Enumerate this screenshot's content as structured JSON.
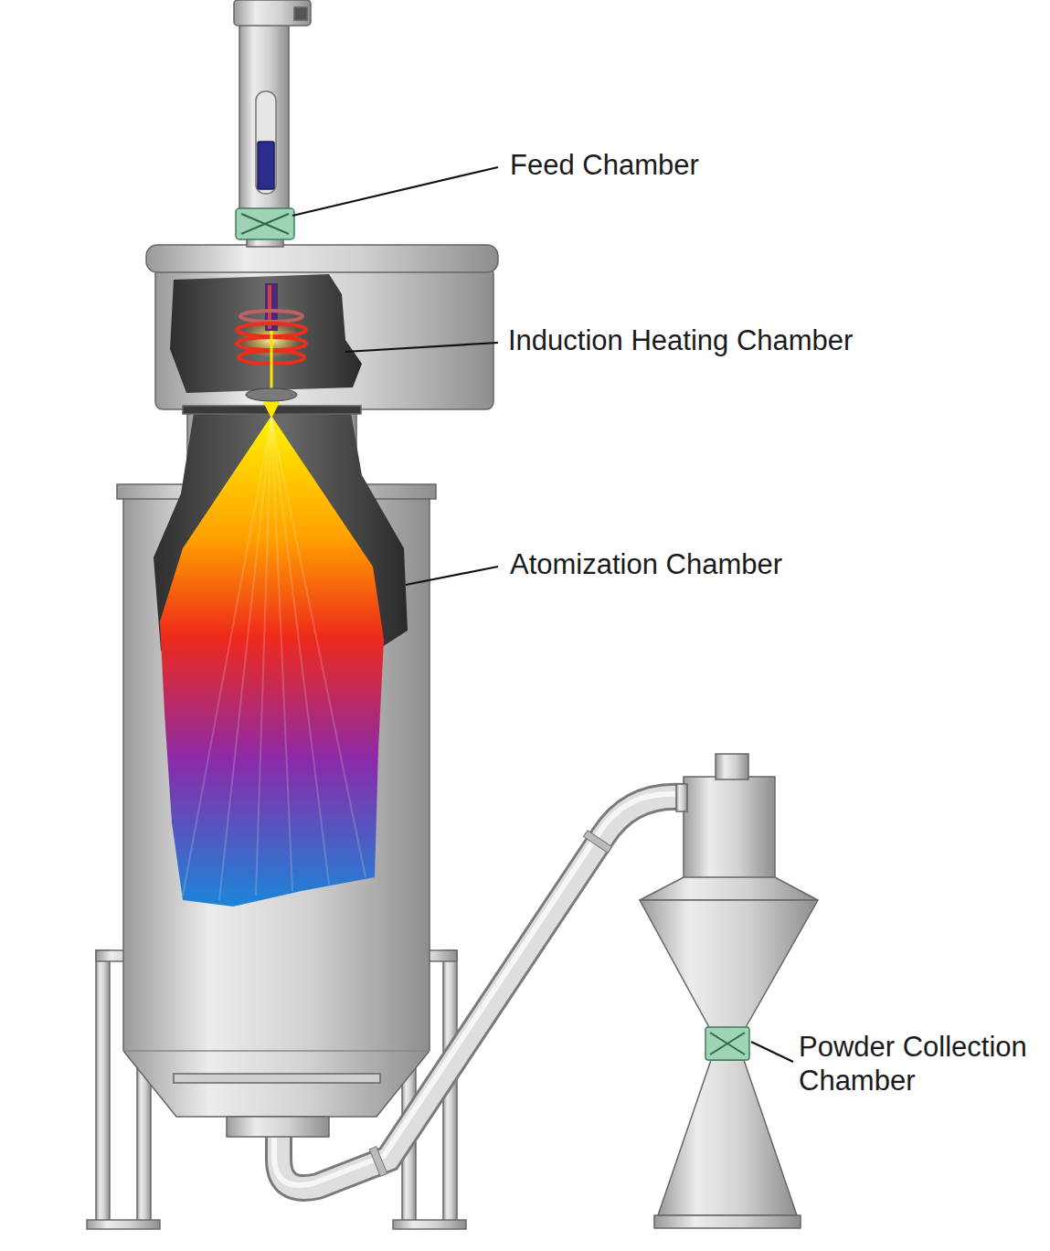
{
  "diagram": {
    "labels": [
      "Feed Chamber",
      "Induction Heating Chamber",
      "Atomization Chamber",
      "Powder Collection Chamber"
    ]
  }
}
